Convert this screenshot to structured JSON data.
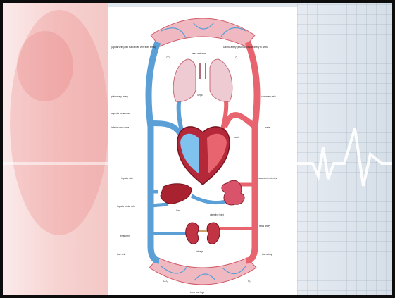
{
  "diagram": {
    "labels": {
      "head_veins": "jugular vein (also subclavian vein from arms)",
      "head_arteries": "carotid artery (also subclavian artery to arms)",
      "head_arms": "head and arms",
      "co2_top": "CO₂",
      "o2_top": "O₂",
      "pulmonary_artery": "pulmonary artery",
      "lungs": "lungs",
      "pulmonary_vein": "pulmonary vein",
      "superior_vena_cava": "superior vena cava",
      "inferior_vena_cava": "inferior vena cava",
      "aorta": "aorta",
      "heart": "heart",
      "hepatic_vein": "hepatic vein",
      "mesenteric_arteries": "mesenteric arteries",
      "liver": "liver",
      "hepatic_portal_vein": "hepatic portal vein",
      "digestive_tract": "digestive tract",
      "renal_vein": "renal vein",
      "renal_artery": "renal artery",
      "kidneys": "kidneys",
      "iliac_vein": "iliac vein",
      "iliac_artery": "iliac artery",
      "co2_bottom": "CO₂",
      "o2_bottom": "O₂",
      "trunk_legs": "trunk and legs"
    },
    "colors": {
      "oxygenated": "#e8646e",
      "deoxygenated": "#5a9fd6",
      "organ": "#c9404c",
      "heart_fill": "#b4283a"
    }
  }
}
